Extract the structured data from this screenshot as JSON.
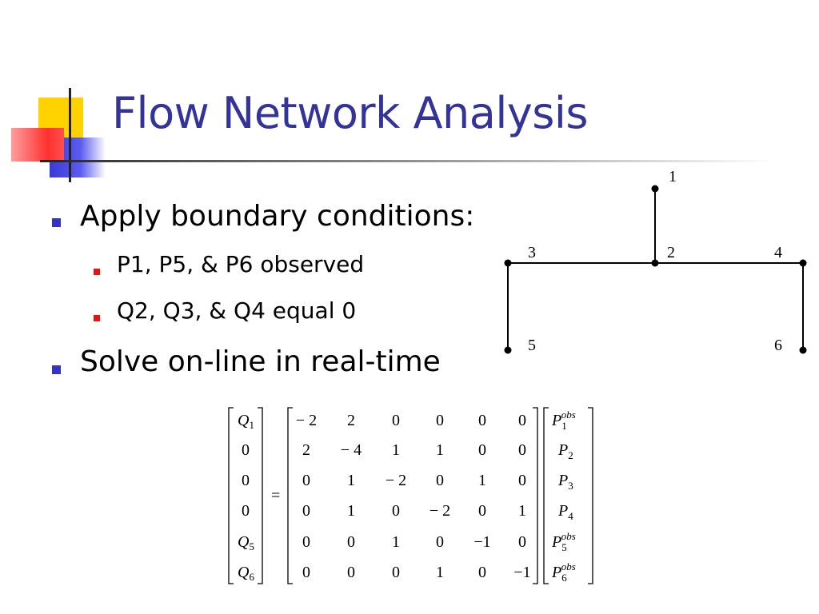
{
  "slide": {
    "title": "Flow Network Analysis",
    "accent_colors": {
      "title": "#33339a",
      "bullet_l1": "#3333cc",
      "bullet_l2": "#ee1111",
      "deco_yellow": "#ffd200",
      "deco_red": "#ff3030",
      "deco_blue": "#3a3ad6"
    }
  },
  "bullets": [
    {
      "text": "Apply boundary conditions:",
      "sub": [
        {
          "text": "P1, P5, & P6 observed"
        },
        {
          "text": "Q2, Q3, & Q4 equal 0"
        }
      ]
    },
    {
      "text": "Solve on-line in real-time"
    }
  ],
  "network": {
    "node_labels": [
      "1",
      "2",
      "3",
      "4",
      "5",
      "6"
    ]
  },
  "matrix": {
    "lhs": [
      {
        "sym": "Q",
        "sub": "1"
      },
      {
        "sym": "0"
      },
      {
        "sym": "0"
      },
      {
        "sym": "0"
      },
      {
        "sym": "Q",
        "sub": "5"
      },
      {
        "sym": "Q",
        "sub": "6"
      }
    ],
    "equals": "=",
    "coefficients": [
      [
        "− 2",
        "2",
        "0",
        "0",
        "0",
        "0"
      ],
      [
        "2",
        "− 4",
        "1",
        "1",
        "0",
        "0"
      ],
      [
        "0",
        "1",
        "− 2",
        "0",
        "1",
        "0"
      ],
      [
        "0",
        "1",
        "0",
        "− 2",
        "0",
        "1"
      ],
      [
        "0",
        "0",
        "1",
        "0",
        "−1",
        "0"
      ],
      [
        "0",
        "0",
        "0",
        "1",
        "0",
        "−1"
      ]
    ],
    "rhs": [
      {
        "sym": "P",
        "sub": "1",
        "sup": "obs"
      },
      {
        "sym": "P",
        "sub": "2"
      },
      {
        "sym": "P",
        "sub": "3"
      },
      {
        "sym": "P",
        "sub": "4"
      },
      {
        "sym": "P",
        "sub": "5",
        "sup": "obs"
      },
      {
        "sym": "P",
        "sub": "6",
        "sup": "obs"
      }
    ]
  }
}
